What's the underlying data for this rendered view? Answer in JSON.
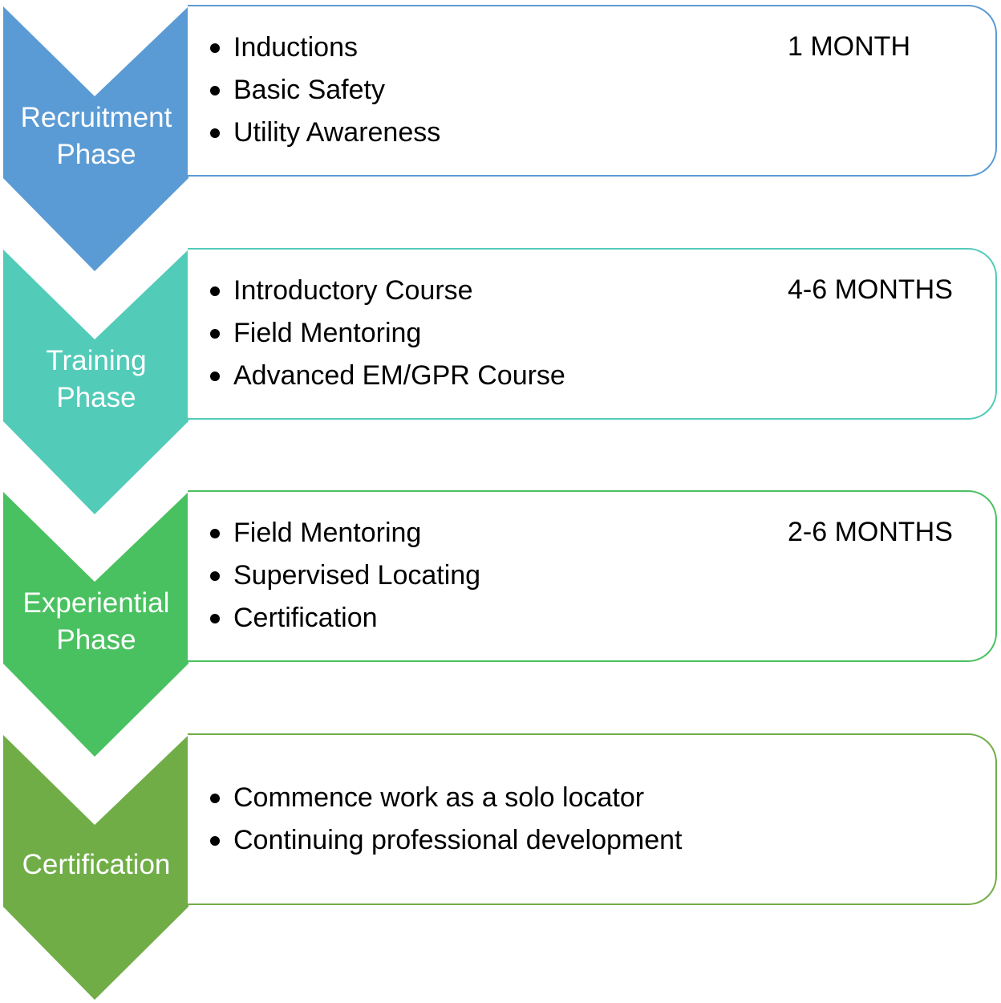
{
  "phases": [
    {
      "label": "Recruitment\nPhase",
      "color": "#5b9bd5",
      "items": [
        "Inductions",
        "Basic Safety",
        "Utility Awareness"
      ],
      "duration": "1 MONTH"
    },
    {
      "label": "Training\nPhase",
      "color": "#52cbb8",
      "items": [
        "Introductory Course",
        "Field Mentoring",
        "Advanced EM/GPR Course"
      ],
      "duration": "4-6 MONTHS"
    },
    {
      "label": "Experiential\nPhase",
      "color": "#4ac160",
      "items": [
        "Field Mentoring",
        "Supervised Locating",
        "Certification"
      ],
      "duration": "2-6 MONTHS"
    },
    {
      "label": "Certification",
      "color": "#70ad47",
      "items": [
        "Commence work as a solo locator",
        "Continuing professional development"
      ],
      "duration": ""
    }
  ]
}
